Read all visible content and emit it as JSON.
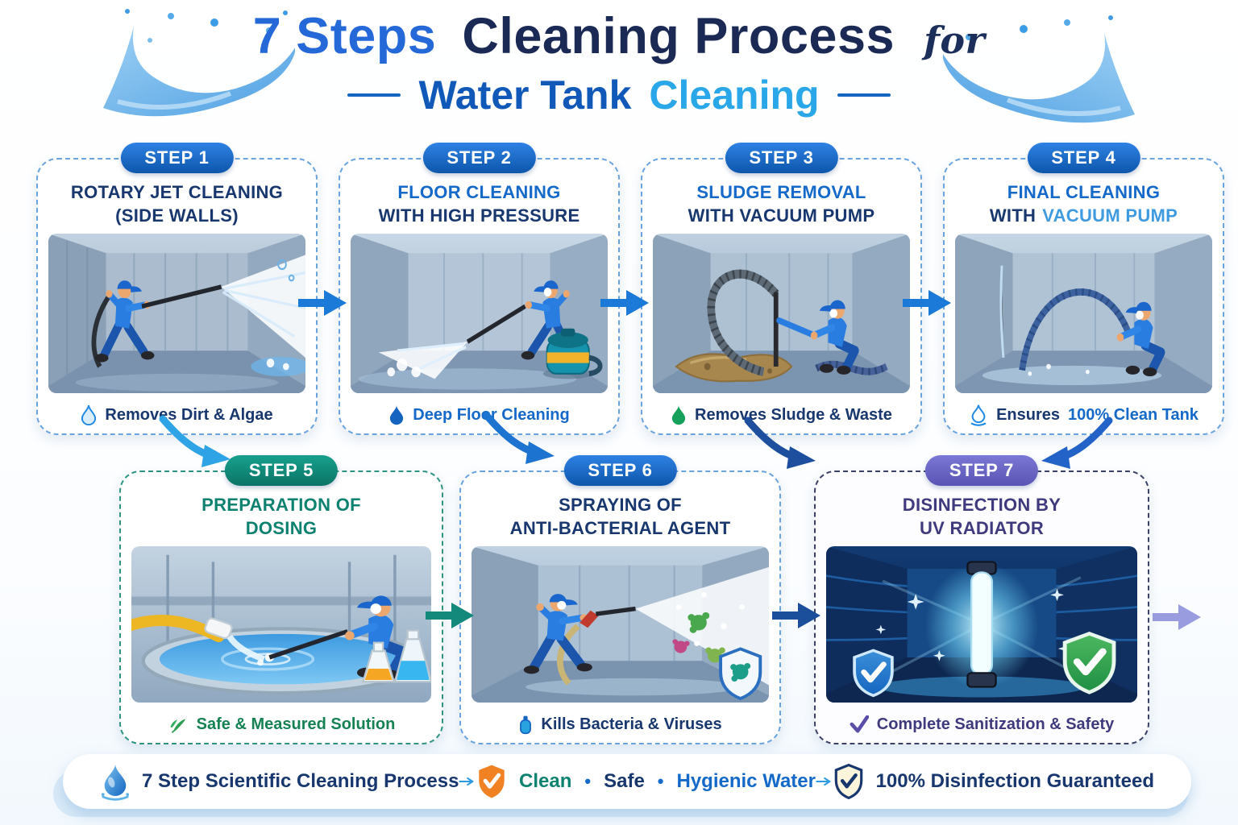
{
  "header": {
    "title": {
      "part1": "7 Steps",
      "part2": "Cleaning Process",
      "part3": "for"
    },
    "subtitle": {
      "part1": "Water Tank",
      "part2": "Cleaning"
    }
  },
  "steps": [
    {
      "badge": "STEP 1",
      "title_line1": "ROTARY JET CLEANING",
      "title_line2a": "(SIDE WALLS)",
      "caption_a": "Removes Dirt & Algae",
      "icon": "droplet-icon"
    },
    {
      "badge": "STEP 2",
      "title_line1": "FLOOR CLEANING",
      "title_line2a": "WITH HIGH PRESSURE",
      "caption_a": "Deep Floor Cleaning",
      "icon": "droplet-icon"
    },
    {
      "badge": "STEP 3",
      "title_line1": "SLUDGE REMOVAL",
      "title_line2a": "WITH VACUUM PUMP",
      "caption_a": "Removes Sludge & Waste",
      "icon": "droplet-icon"
    },
    {
      "badge": "STEP 4",
      "title_line1": "FINAL CLEANING",
      "title_line2a": "WITH",
      "title_line2b": "VACUUM PUMP",
      "caption_a": "Ensures",
      "caption_b": "100% Clean Tank",
      "icon": "droplet-hand-icon"
    },
    {
      "badge": "STEP 5",
      "title_line1": "PREPARATION OF",
      "title_line2a": "DOSING",
      "caption_a": "Safe & Measured Solution",
      "icon": "leaf-icon"
    },
    {
      "badge": "STEP 6",
      "title_line1": "SPRAYING OF",
      "title_line2a": "ANTI-BACTERIAL AGENT",
      "caption_a": "Kills Bacteria & Viruses",
      "icon": "spray-bottle-icon"
    },
    {
      "badge": "STEP 7",
      "title_line1": "DISINFECTION BY",
      "title_line2a": "UV RADIATOR",
      "caption_a": "Complete Sanitization & Safety",
      "icon": "check-icon"
    }
  ],
  "footer": {
    "item1": "7 Step Scientific Cleaning Process",
    "item2_a": "Clean",
    "item2_sep": "•",
    "item2_b": "Safe",
    "item2_c": "Hygienic Water",
    "item3": "100% Disinfection Guaranteed"
  },
  "colors": {
    "primary_blue": "#1565c0",
    "navy": "#17376e",
    "sky_blue": "#2aa7e8",
    "teal": "#0e8270",
    "green": "#168254",
    "purple": "#3f3a7d",
    "badge_purple": "#6e6ac9",
    "orange_shield": "#f08223"
  }
}
